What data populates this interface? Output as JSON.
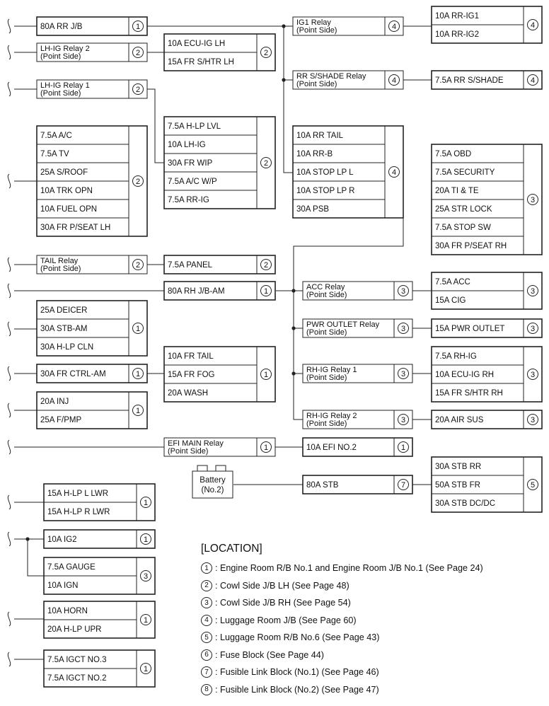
{
  "blocks": {
    "b80a_rr_jb": {
      "rows": [
        "80A RR J/B"
      ],
      "loc": "1"
    },
    "lhig_relay2": {
      "rows": [
        "LH-IG Relay 2\n(Point Side)"
      ],
      "loc": "2"
    },
    "lhig_relay1": {
      "rows": [
        "LH-IG Relay 1\n(Point Side)"
      ],
      "loc": "2"
    },
    "left_six": {
      "rows": [
        "7.5A A/C",
        "7.5A TV",
        "25A S/ROOF",
        "10A TRK OPN",
        "10A FUEL OPN",
        "30A FR P/SEAT LH"
      ],
      "loc": "2"
    },
    "tail_relay": {
      "rows": [
        "TAIL Relay\n(Point Side)"
      ],
      "loc": "2"
    },
    "deicer_grp": {
      "rows": [
        "25A DEICER",
        "30A STB-AM",
        "30A H-LP CLN"
      ],
      "loc": "1"
    },
    "fr_ctrl_am": {
      "rows": [
        "30A FR CTRL-AM"
      ],
      "loc": "1"
    },
    "inj_grp": {
      "rows": [
        "20A INJ",
        "25A F/PMP"
      ],
      "loc": "1"
    },
    "ecu_ig_lh": {
      "rows": [
        "10A ECU-IG LH",
        "15A FR S/HTR LH"
      ],
      "loc": "2"
    },
    "hlp_lvl_grp": {
      "rows": [
        "7.5A H-LP LVL",
        "10A LH-IG",
        "30A FR WIP",
        "7.5A A/C W/P",
        "7.5A RR-IG"
      ],
      "loc": "2"
    },
    "panel": {
      "rows": [
        "7.5A PANEL"
      ],
      "loc": "2"
    },
    "rh_jb_am": {
      "rows": [
        "80A RH J/B-AM"
      ],
      "loc": "1"
    },
    "fr_tail_grp": {
      "rows": [
        "10A FR TAIL",
        "15A FR FOG",
        "20A WASH"
      ],
      "loc": "1"
    },
    "efi_main_relay": {
      "rows": [
        "EFI MAIN Relay\n(Point Side)"
      ],
      "loc": "1"
    },
    "ig1_relay": {
      "rows": [
        "IG1 Relay\n(Point Side)"
      ],
      "loc": "4"
    },
    "rr_sshade_relay": {
      "rows": [
        "RR S/SHADE Relay\n(Point Side)"
      ],
      "loc": "4"
    },
    "rr_tail_grp": {
      "rows": [
        "10A RR TAIL",
        "10A RR-B",
        "10A STOP LP L",
        "10A STOP LP R",
        "30A PSB"
      ],
      "loc": "4"
    },
    "acc_relay": {
      "rows": [
        "ACC Relay\n(Point Side)"
      ],
      "loc": "3"
    },
    "pwr_outlet_relay": {
      "rows": [
        "PWR OUTLET Relay\n(Point Side)"
      ],
      "loc": "3"
    },
    "rhig_relay1": {
      "rows": [
        "RH-IG Relay 1\n(Point Side)"
      ],
      "loc": "3"
    },
    "rhig_relay2": {
      "rows": [
        "RH-IG Relay 2\n(Point Side)"
      ],
      "loc": "3"
    },
    "efi_no2": {
      "rows": [
        "10A EFI NO.2"
      ],
      "loc": "1"
    },
    "stb_80a": {
      "rows": [
        "80A STB"
      ],
      "loc": "7"
    },
    "rr_ig_grp": {
      "rows": [
        "10A RR-IG1",
        "10A RR-IG2"
      ],
      "loc": "4"
    },
    "rr_sshade": {
      "rows": [
        "7.5A RR S/SHADE"
      ],
      "loc": "4"
    },
    "obd_grp": {
      "rows": [
        "7.5A OBD",
        "7.5A SECURITY",
        "20A TI & TE",
        "25A STR LOCK",
        "7.5A STOP SW",
        "30A FR P/SEAT RH"
      ],
      "loc": "3"
    },
    "acc_grp": {
      "rows": [
        "7.5A ACC",
        "15A CIG"
      ],
      "loc": "3"
    },
    "pwr_outlet": {
      "rows": [
        "15A PWR OUTLET"
      ],
      "loc": "3"
    },
    "rh_ig_grp": {
      "rows": [
        "7.5A RH-IG",
        "10A ECU-IG RH",
        "15A FR S/HTR RH"
      ],
      "loc": "3"
    },
    "air_sus": {
      "rows": [
        "20A AIR SUS"
      ],
      "loc": "3"
    },
    "stb_grp": {
      "rows": [
        "30A STB RR",
        "50A STB FR",
        "30A STB DC/DC"
      ],
      "loc": "5"
    },
    "hlp_lwr_grp": {
      "rows": [
        "15A H-LP L LWR",
        "15A H-LP R LWR"
      ],
      "loc": "1"
    },
    "ig2": {
      "rows": [
        "10A IG2"
      ],
      "loc": "1"
    },
    "gauge_grp": {
      "rows": [
        "7.5A GAUGE",
        "10A IGN"
      ],
      "loc": "3"
    },
    "horn_grp": {
      "rows": [
        "10A HORN",
        "20A H-LP UPR"
      ],
      "loc": "1"
    },
    "igct_grp": {
      "rows": [
        "7.5A IGCT NO.3",
        "7.5A IGCT NO.2"
      ],
      "loc": "1"
    }
  },
  "battery": {
    "line1": "Battery",
    "line2": "(No.2)"
  },
  "legend": {
    "title": "[LOCATION]",
    "items": [
      {
        "num": "1",
        "text": ": Engine Room R/B No.1 and Engine Room J/B No.1 (See Page 24)"
      },
      {
        "num": "2",
        "text": ": Cowl Side J/B LH (See Page 48)"
      },
      {
        "num": "3",
        "text": ": Cowl Side J/B RH (See Page 54)"
      },
      {
        "num": "4",
        "text": ": Luggage Room J/B (See Page 60)"
      },
      {
        "num": "5",
        "text": ": Luggage Room R/B No.6 (See Page 43)"
      },
      {
        "num": "6",
        "text": ": Fuse Block (See Page 44)"
      },
      {
        "num": "7",
        "text": ": Fusible Link Block (No.1) (See Page 46)"
      },
      {
        "num": "8",
        "text": ": Fusible Link Block (No.2) (See Page 47)"
      }
    ]
  }
}
